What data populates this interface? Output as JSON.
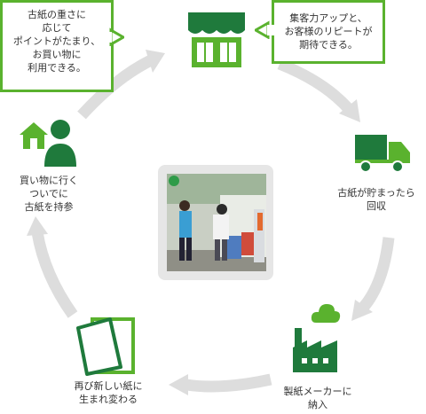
{
  "colors": {
    "green_dark": "#1f7a3c",
    "green_light": "#5ab22e",
    "arrow_gray": "#dddddd",
    "frame_gray": "#e6e6e6"
  },
  "callout_left": "古紙の重さに\n応じて\nポイントがたまり、\nお買い物に\n利用できる。",
  "callout_right": "集客力アップと、\nお客様のリピートが\n期待できる。",
  "steps": {
    "shopping": {
      "label": "買い物に行く\nついでに\n古紙を持参",
      "icons": [
        "house-icon",
        "person-icon"
      ]
    },
    "store": {
      "icons": [
        "store-icon"
      ]
    },
    "truck": {
      "label": "古紙が貯まったら\n回収",
      "icons": [
        "truck-icon"
      ]
    },
    "factory": {
      "label": "製紙メーカーに\n納入",
      "icons": [
        "factory-icon",
        "cloud-icon"
      ]
    },
    "paper": {
      "label": "再び新しい紙に\n生まれ変わる",
      "icons": [
        "paper-icon"
      ]
    }
  },
  "photo": {
    "description_icon": "collection-station-photo"
  }
}
